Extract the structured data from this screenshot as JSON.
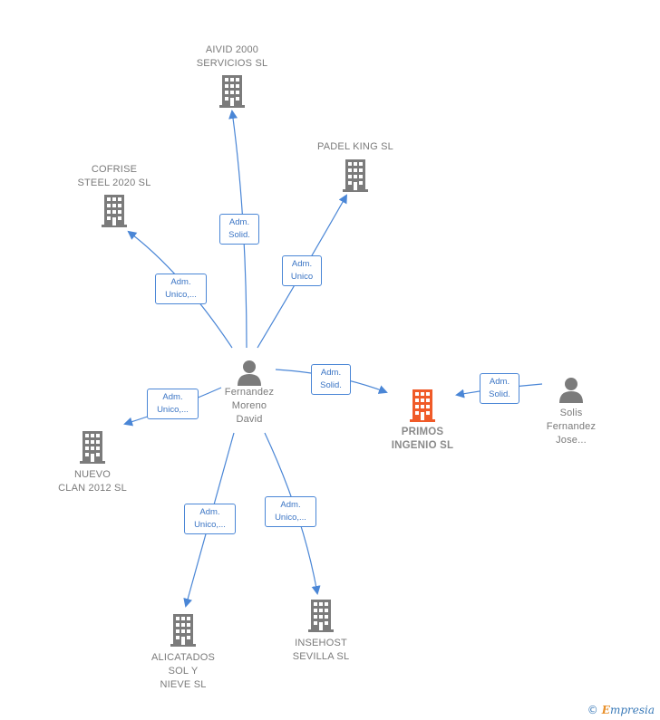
{
  "colors": {
    "edge": "#4a86d6",
    "building_gray": "#7b7b7b",
    "building_main": "#f05a28",
    "person_gray": "#7b7b7b"
  },
  "nodes": {
    "center_person": {
      "label": "Fernandez\nMoreno\nDavid",
      "icon": "person-icon"
    },
    "primos": {
      "label": "PRIMOS\nINGENIO  SL",
      "icon": "building-icon"
    },
    "solis": {
      "label": "Solis\nFernandez\nJose...",
      "icon": "person-icon"
    },
    "aivid": {
      "label": "AIVID 2000\nSERVICIOS  SL",
      "icon": "building-icon"
    },
    "padel": {
      "label": "PADEL KING SL",
      "icon": "building-icon"
    },
    "cofrise": {
      "label": "COFRISE\nSTEEL 2020  SL",
      "icon": "building-icon"
    },
    "nuevo": {
      "label": "NUEVO\nCLAN 2012 SL",
      "icon": "building-icon"
    },
    "alicatados": {
      "label": "ALICATADOS\nSOL Y\nNIEVE  SL",
      "icon": "building-icon"
    },
    "insehost": {
      "label": "INSEHOST\nSEVILLA  SL",
      "icon": "building-icon"
    }
  },
  "edge_labels": {
    "aivid": "Adm.\nSolid.",
    "padel": "Adm.\nUnico",
    "cofrise": "Adm.\nUnico,...",
    "primos": "Adm.\nSolid.",
    "solis": "Adm.\nSolid.",
    "nuevo": "Adm.\nUnico,...",
    "alicatados": "Adm.\nUnico,...",
    "insehost": "Adm.\nUnico,..."
  },
  "credit": {
    "copyright": "©",
    "brand_initial": "E",
    "brand_rest": "mpresia"
  }
}
